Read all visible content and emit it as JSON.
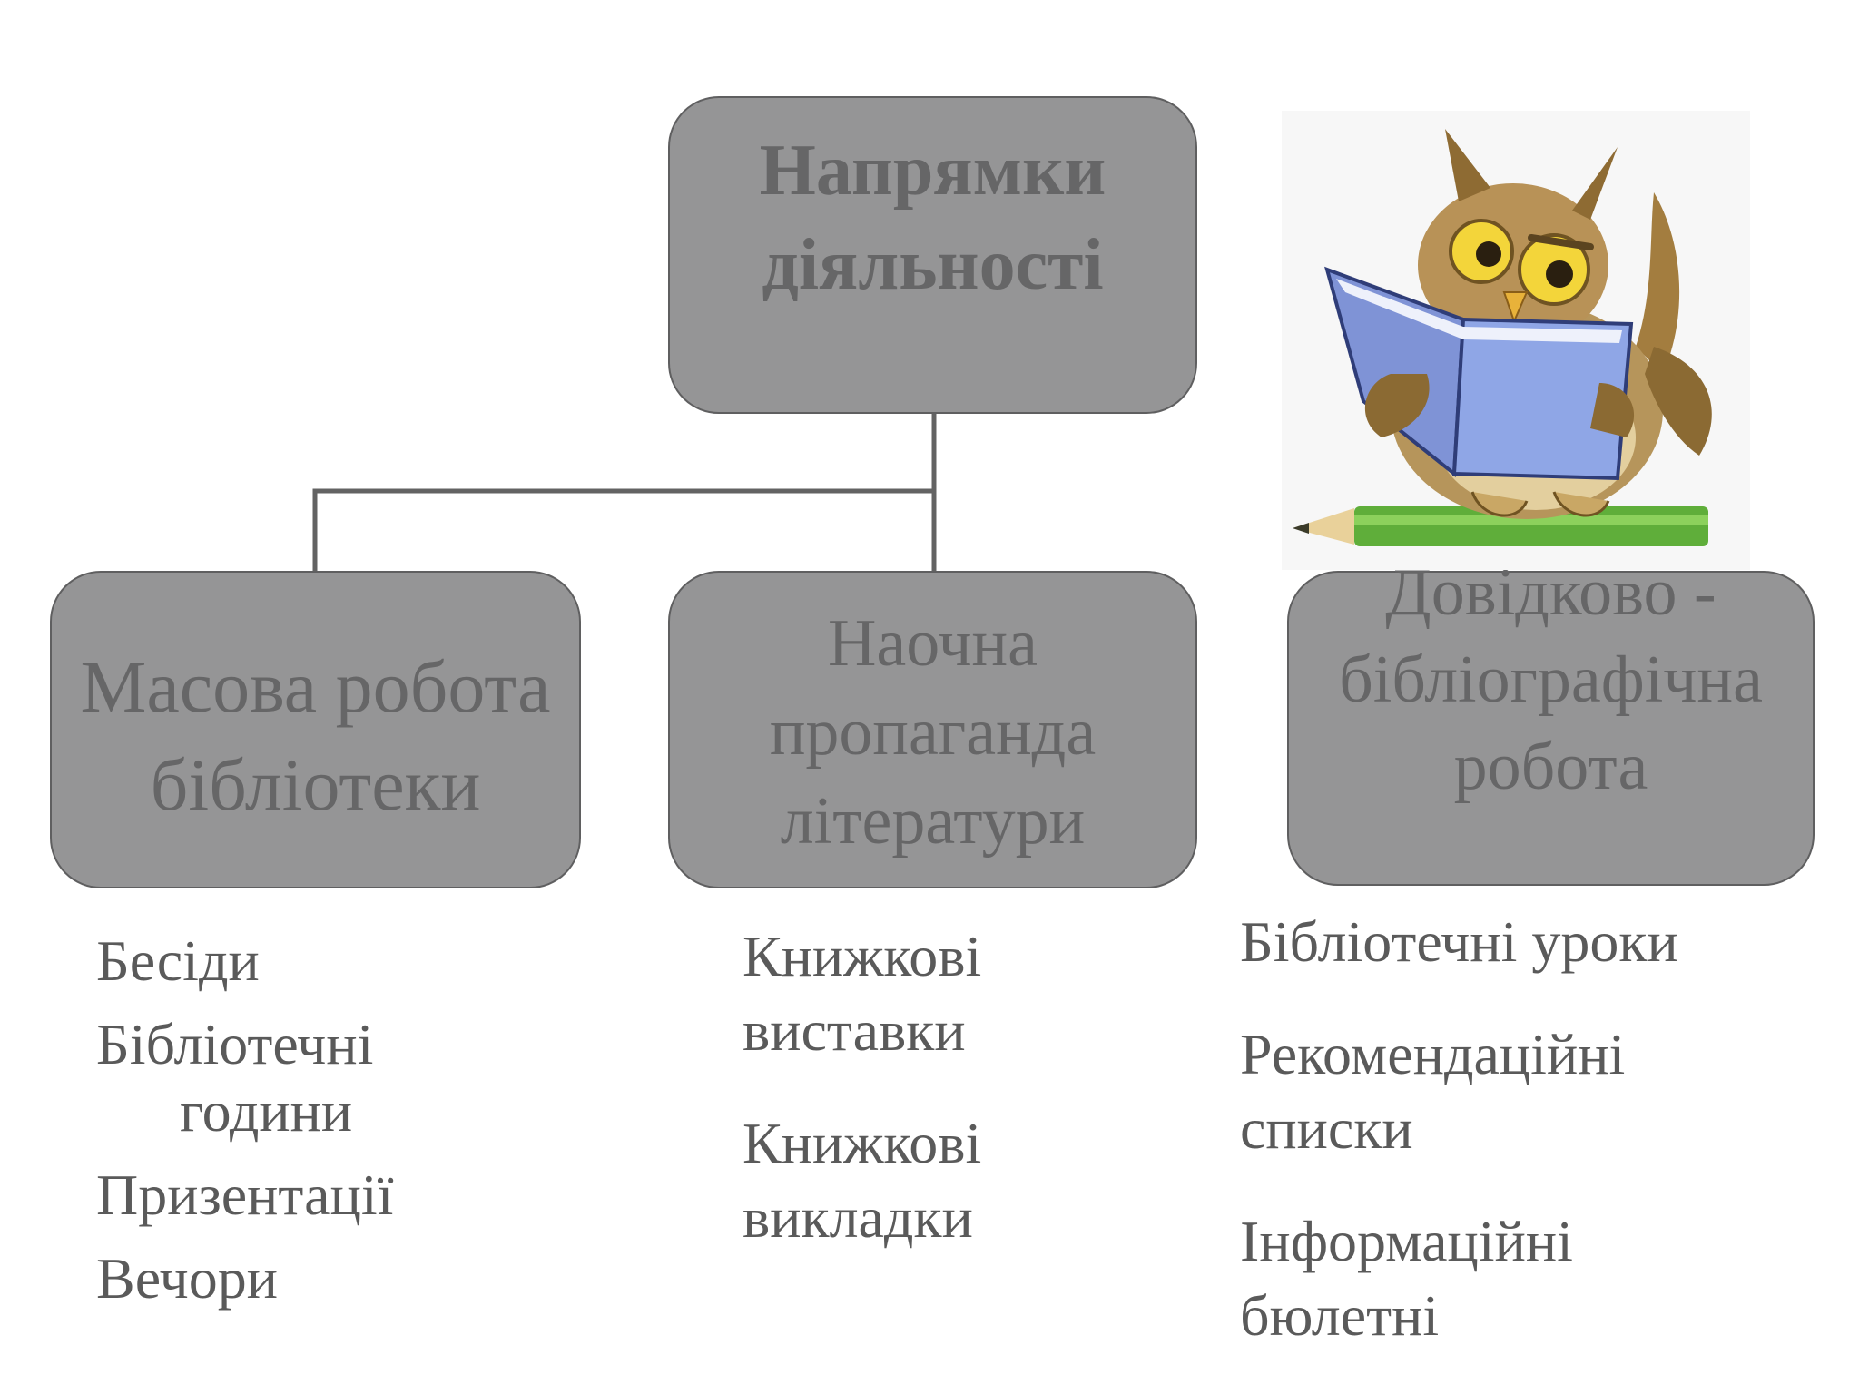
{
  "diagram": {
    "root": {
      "lines": [
        "Напрямки",
        "діяльності"
      ]
    },
    "branches": [
      {
        "title_lines": [
          "Масова робота",
          "бібліотеки"
        ],
        "items": [
          "Бесіди",
          "Бібліотечні",
          "години",
          "Призентації",
          "Вечори"
        ]
      },
      {
        "title_lines": [
          "Наочна",
          "пропаганда",
          "літератури"
        ],
        "items": [
          "Книжкові",
          "виставки",
          "Книжкові",
          "викладки"
        ]
      },
      {
        "title_lines": [
          "Довідково -",
          "бібліографічна",
          "робота"
        ],
        "items": [
          "Бібліотечні уроки",
          "Рекомендаційні",
          "списки",
          "Інформаційні",
          "бюлетні"
        ]
      }
    ]
  },
  "colors": {
    "box_fill": "#959596",
    "box_border": "#5f5f60",
    "box_text": "#666667",
    "connector": "#636363",
    "list_text": "#5a5a5a"
  }
}
